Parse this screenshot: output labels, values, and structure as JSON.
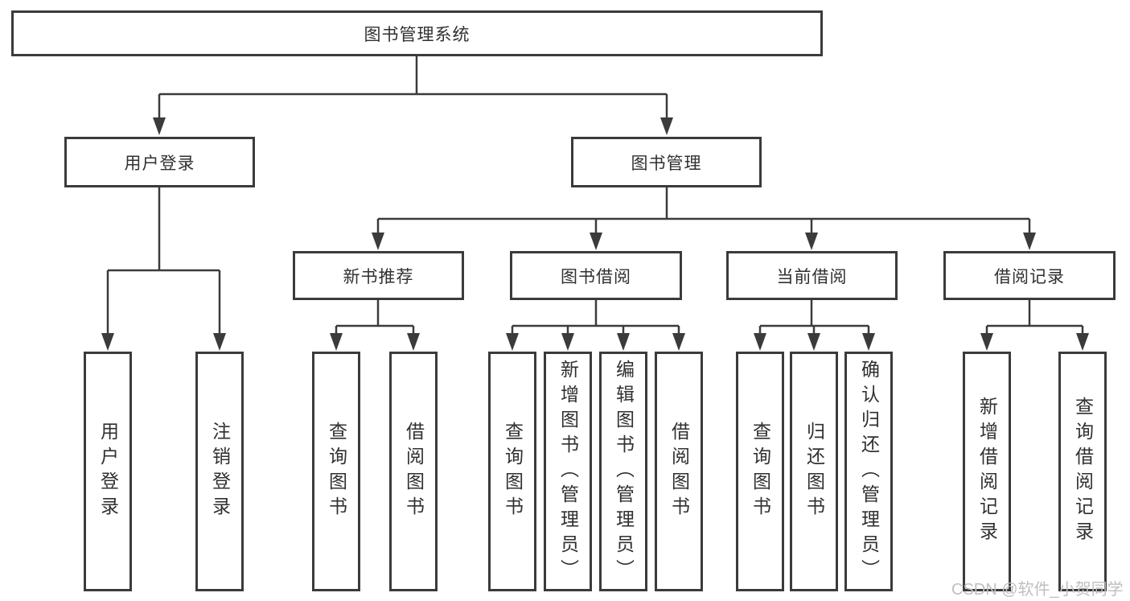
{
  "tree": {
    "label": "图书管理系统",
    "children": [
      {
        "label": "用户登录",
        "children": [
          {
            "label": "用户登录"
          },
          {
            "label": "注销登录"
          }
        ]
      },
      {
        "label": "图书管理",
        "children": [
          {
            "label": "新书推荐",
            "children": [
              {
                "label": "查询图书"
              },
              {
                "label": "借阅图书"
              }
            ]
          },
          {
            "label": "图书借阅",
            "children": [
              {
                "label": "查询图书"
              },
              {
                "label": "新增图书（管理员）"
              },
              {
                "label": "编辑图书（管理员）"
              },
              {
                "label": "借阅图书"
              }
            ]
          },
          {
            "label": "当前借阅",
            "children": [
              {
                "label": "查询图书"
              },
              {
                "label": "归还图书"
              },
              {
                "label": "确认归还（管理员）"
              }
            ]
          },
          {
            "label": "借阅记录",
            "children": [
              {
                "label": "新增借阅记录"
              },
              {
                "label": "查询借阅记录"
              }
            ]
          }
        ]
      }
    ]
  },
  "watermark": {
    "text": "CSDN @软件_小贺同学"
  },
  "colors": {
    "line": "#3b3b3b",
    "text": "#303030",
    "box_background": "#ffffff",
    "watermark_text": "#bfbfbf"
  }
}
